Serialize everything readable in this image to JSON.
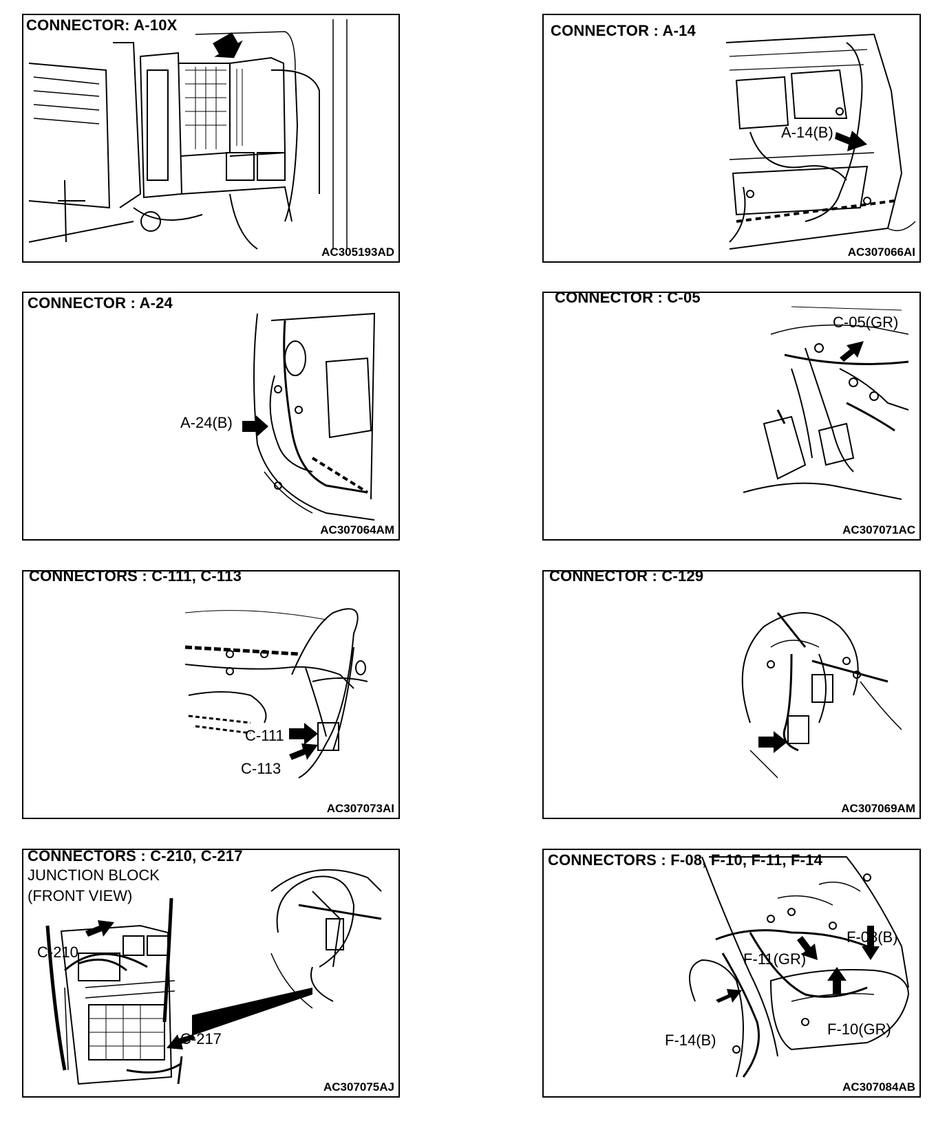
{
  "panels": [
    {
      "title": "CONNECTOR: A-10X",
      "code": "AC305193AD",
      "labels": []
    },
    {
      "title": "CONNECTOR : A-14",
      "code": "AC307066AI",
      "labels": [
        "A-14(B)"
      ]
    },
    {
      "title": "CONNECTOR : A-24",
      "code": "AC307064AM",
      "labels": [
        "A-24(B)"
      ]
    },
    {
      "title": "CONNECTOR : C-05",
      "code": "AC307071AC",
      "labels": [
        "C-05(GR)"
      ]
    },
    {
      "title": "CONNECTORS : C-111, C-113",
      "code": "AC307073AI",
      "labels": [
        "C-111",
        "C-113"
      ]
    },
    {
      "title": "CONNECTOR : C-129",
      "code": "AC307069AM",
      "labels": []
    },
    {
      "title": "CONNECTORS : C-210, C-217",
      "subtitle": [
        "JUNCTION BLOCK",
        "(FRONT VIEW)"
      ],
      "code": "AC307075AJ",
      "labels": [
        "C-210",
        "C-217"
      ]
    },
    {
      "title": "CONNECTORS : F-08, F-10, F-11, F-14",
      "code": "AC307084AB",
      "labels": [
        "F-08(B)",
        "F-11(GR)",
        "F-10(GR)",
        "F-14(B)"
      ]
    }
  ]
}
